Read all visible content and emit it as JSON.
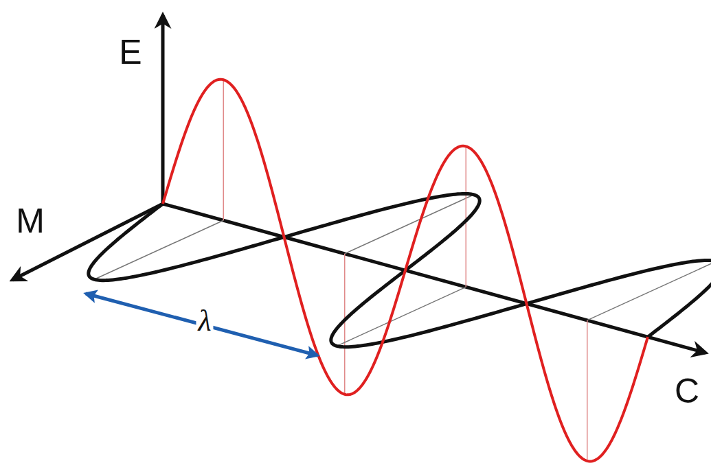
{
  "diagram": {
    "labels": [
      "E",
      "M",
      "λ",
      "C"
    ]
  }
}
